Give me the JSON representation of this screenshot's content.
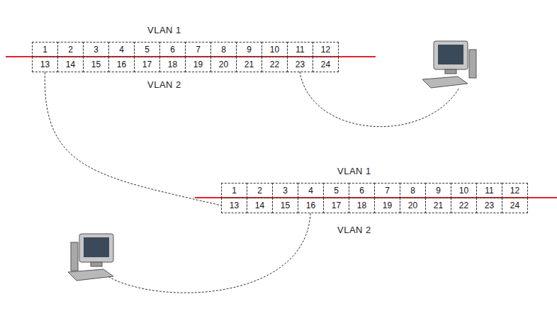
{
  "diagram": {
    "nodes": [
      {
        "text": [
          "1"
        ]
      },
      {
        "text": [
          "2"
        ]
      },
      {
        "text": [
          "3"
        ]
      },
      {
        "text": [
          "4"
        ]
      },
      {
        "text": [
          "5"
        ]
      },
      {
        "text": [
          "6"
        ]
      },
      {
        "text": [
          "7"
        ]
      },
      {
        "text": [
          "8"
        ]
      },
      {
        "text": [
          "9"
        ]
      },
      {
        "text": [
          "10"
        ]
      },
      {
        "text": [
          "11"
        ]
      },
      {
        "text": [
          "12"
        ]
      },
      {
        "text": [
          "13"
        ]
      },
      {
        "text": [
          "14"
        ]
      },
      {
        "text": [
          "15"
        ]
      },
      {
        "text": [
          "16"
        ]
      },
      {
        "text": [
          "17"
        ]
      },
      {
        "text": [
          "18"
        ]
      },
      {
        "text": [
          "19"
        ]
      },
      {
        "text": [
          "20"
        ]
      },
      {
        "text": [
          "21"
        ]
      },
      {
        "text": [
          "22"
        ]
      },
      {
        "text": [
          "23"
        ]
      },
      {
        "text": [
          "24"
        ]
      },
      {
        "text": [
          "1"
        ]
      },
      {
        "text": [
          "2"
        ]
      },
      {
        "text": [
          "3"
        ]
      },
      {
        "text": [
          "4"
        ]
      },
      {
        "text": [
          "5"
        ]
      },
      {
        "text": [
          "6"
        ]
      },
      {
        "text": [
          "7"
        ]
      },
      {
        "text": [
          "8"
        ]
      },
      {
        "text": [
          "9"
        ]
      },
      {
        "text": [
          "10"
        ]
      },
      {
        "text": [
          "11"
        ]
      },
      {
        "text": [
          "12"
        ]
      },
      {
        "text": [
          "13"
        ]
      },
      {
        "text": [
          "14"
        ]
      },
      {
        "text": [
          "15"
        ]
      },
      {
        "text": [
          "16"
        ]
      },
      {
        "text": [
          "17"
        ]
      },
      {
        "text": [
          "18"
        ]
      },
      {
        "text": [
          "19"
        ]
      },
      {
        "text": [
          "20"
        ]
      },
      {
        "text": [
          "21"
        ]
      },
      {
        "text": [
          "22"
        ]
      },
      {
        "text": [
          "23"
        ]
      },
      {
        "text": [
          "24"
        ]
      }
    ],
    "edges": [
      {
        "from": 12,
        "to": 36,
        "arrow": "none"
      }
    ],
    "labels": [
      "VLAN 1",
      "VLAN 2",
      "VLAN 1",
      "VLAN 2"
    ]
  }
}
